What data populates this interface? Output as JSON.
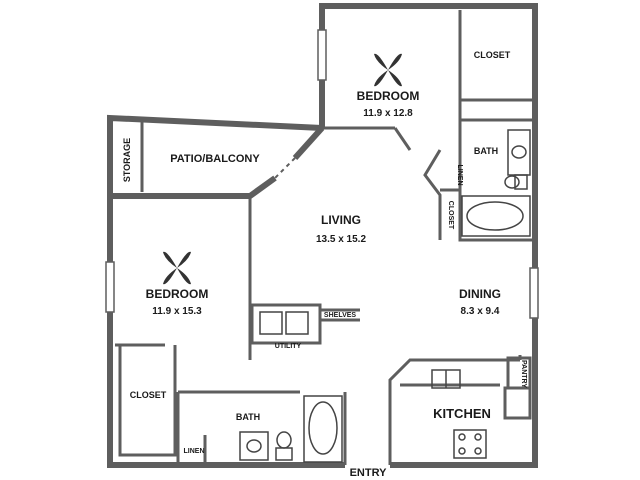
{
  "rooms": {
    "bedroom_top": {
      "name": "BEDROOM",
      "size": "11.9 x 12.8"
    },
    "bedroom_left": {
      "name": "BEDROOM",
      "size": "11.9 x 15.3"
    },
    "living": {
      "name": "LIVING",
      "size": "13.5 x 15.2"
    },
    "dining": {
      "name": "DINING",
      "size": "8.3 x 9.4"
    },
    "kitchen": {
      "name": "KITCHEN"
    },
    "patio": {
      "name": "PATIO/BALCONY"
    },
    "storage": {
      "name": "STORAGE"
    },
    "closet_top": {
      "name": "CLOSET"
    },
    "closet_left": {
      "name": "CLOSET"
    },
    "closet_mid": {
      "name": "CLOSET"
    },
    "bath_top": {
      "name": "BATH"
    },
    "bath_bottom": {
      "name": "BATH"
    },
    "linen_top": {
      "name": "LINEN"
    },
    "linen_bottom": {
      "name": "LINEN"
    },
    "utility": {
      "name": "UTILITY"
    },
    "shelves": {
      "name": "SHELVES"
    },
    "pantry": {
      "name": "PANTRY"
    }
  },
  "entry": {
    "label": "ENTRY"
  },
  "colors": {
    "wall": "#5a5a5a",
    "wall_fill": "#8a8a8a",
    "line": "#333333",
    "background": "#ffffff"
  }
}
